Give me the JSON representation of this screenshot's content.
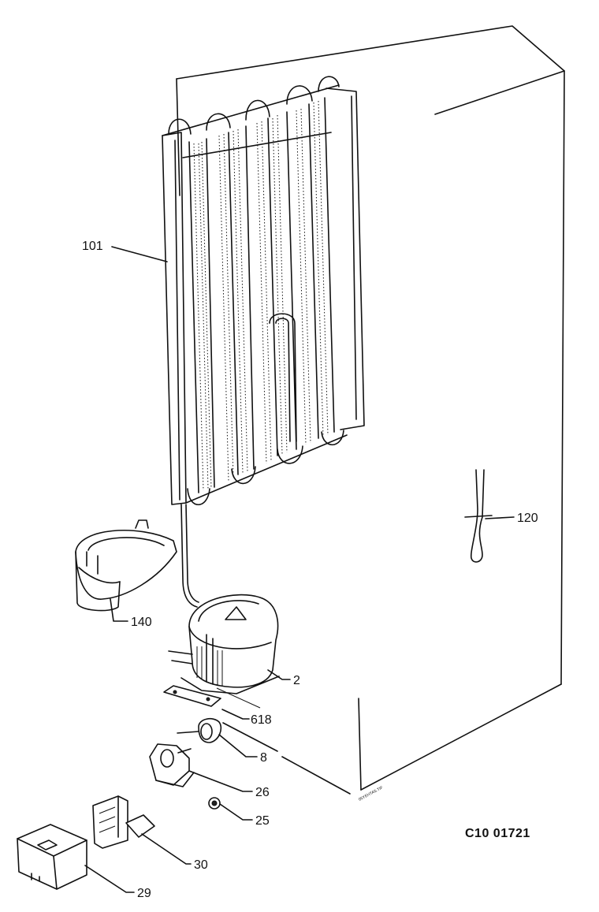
{
  "diagram": {
    "drawing_code": "C10 01721",
    "tiny_stamp": "05YEHTAS.TIF",
    "parts": [
      {
        "id": "101"
      },
      {
        "id": "120"
      },
      {
        "id": "140"
      },
      {
        "id": "2"
      },
      {
        "id": "618"
      },
      {
        "id": "8"
      },
      {
        "id": "26"
      },
      {
        "id": "25"
      },
      {
        "id": "30"
      },
      {
        "id": "29"
      }
    ]
  }
}
